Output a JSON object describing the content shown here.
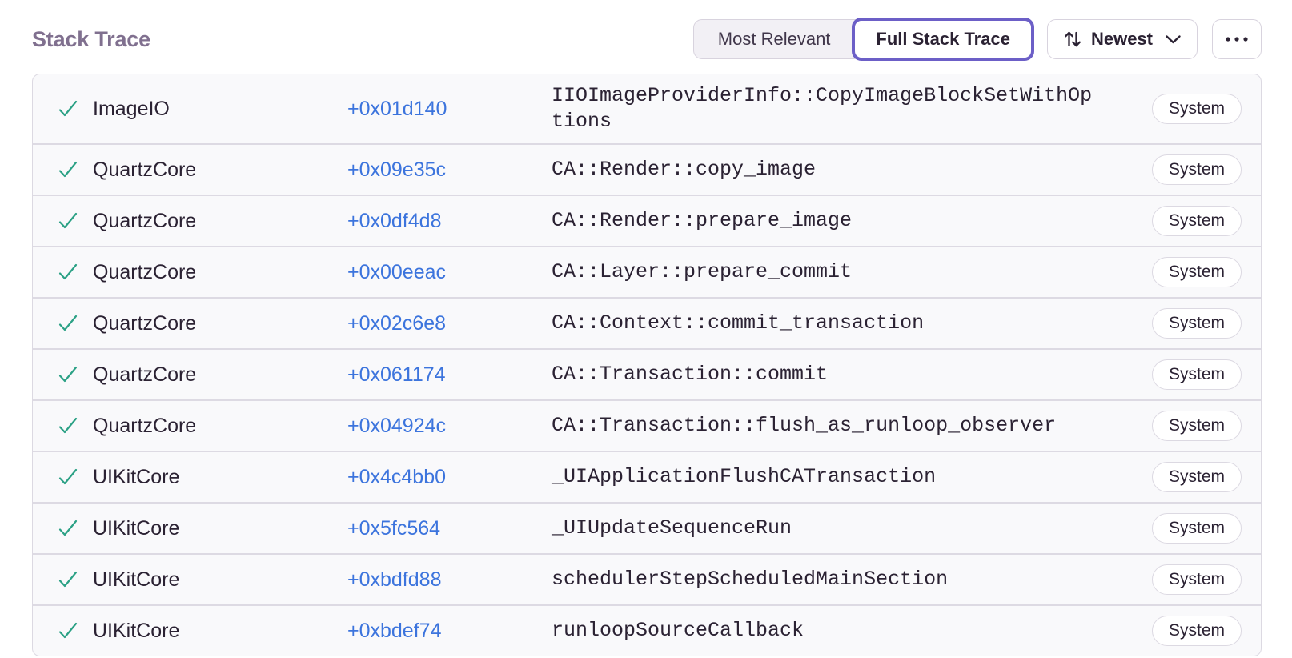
{
  "header": {
    "title": "Stack Trace",
    "view_toggle": {
      "options": [
        {
          "label": "Most Relevant",
          "active": false
        },
        {
          "label": "Full Stack Trace",
          "active": true
        }
      ]
    },
    "sort_button": {
      "label": "Newest",
      "icon": "sort-arrows-icon",
      "chevron": "chevron-down-icon"
    },
    "more_button": {
      "icon": "ellipsis-icon"
    }
  },
  "colors": {
    "accent_purple": "#6C5FC7",
    "link_blue": "#3C74DD",
    "check_green": "#2BA185",
    "title_gray": "#80708F",
    "text_dark": "#2B2233",
    "row_background": "#F9F9FB",
    "border": "#DCD9E2"
  },
  "icons": {
    "frame_status": "check-icon",
    "sort": "sort-arrows-icon",
    "chevron": "chevron-down-icon",
    "more": "ellipsis-icon"
  },
  "stack_trace": {
    "frames": [
      {
        "status_icon": "check-icon",
        "module": "ImageIO",
        "address": "+0x01d140",
        "symbol": "IIOImageProviderInfo::CopyImageBlockSetWithOptions",
        "tag": "System"
      },
      {
        "status_icon": "check-icon",
        "module": "QuartzCore",
        "address": "+0x09e35c",
        "symbol": "CA::Render::copy_image",
        "tag": "System"
      },
      {
        "status_icon": "check-icon",
        "module": "QuartzCore",
        "address": "+0x0df4d8",
        "symbol": "CA::Render::prepare_image",
        "tag": "System"
      },
      {
        "status_icon": "check-icon",
        "module": "QuartzCore",
        "address": "+0x00eeac",
        "symbol": "CA::Layer::prepare_commit",
        "tag": "System"
      },
      {
        "status_icon": "check-icon",
        "module": "QuartzCore",
        "address": "+0x02c6e8",
        "symbol": "CA::Context::commit_transaction",
        "tag": "System"
      },
      {
        "status_icon": "check-icon",
        "module": "QuartzCore",
        "address": "+0x061174",
        "symbol": "CA::Transaction::commit",
        "tag": "System"
      },
      {
        "status_icon": "check-icon",
        "module": "QuartzCore",
        "address": "+0x04924c",
        "symbol": "CA::Transaction::flush_as_runloop_observer",
        "tag": "System"
      },
      {
        "status_icon": "check-icon",
        "module": "UIKitCore",
        "address": "+0x4c4bb0",
        "symbol": "_UIApplicationFlushCATransaction",
        "tag": "System"
      },
      {
        "status_icon": "check-icon",
        "module": "UIKitCore",
        "address": "+0x5fc564",
        "symbol": "_UIUpdateSequenceRun",
        "tag": "System"
      },
      {
        "status_icon": "check-icon",
        "module": "UIKitCore",
        "address": "+0xbdfd88",
        "symbol": "schedulerStepScheduledMainSection",
        "tag": "System"
      },
      {
        "status_icon": "check-icon",
        "module": "UIKitCore",
        "address": "+0xbdef74",
        "symbol": "runloopSourceCallback",
        "tag": "System"
      }
    ]
  }
}
